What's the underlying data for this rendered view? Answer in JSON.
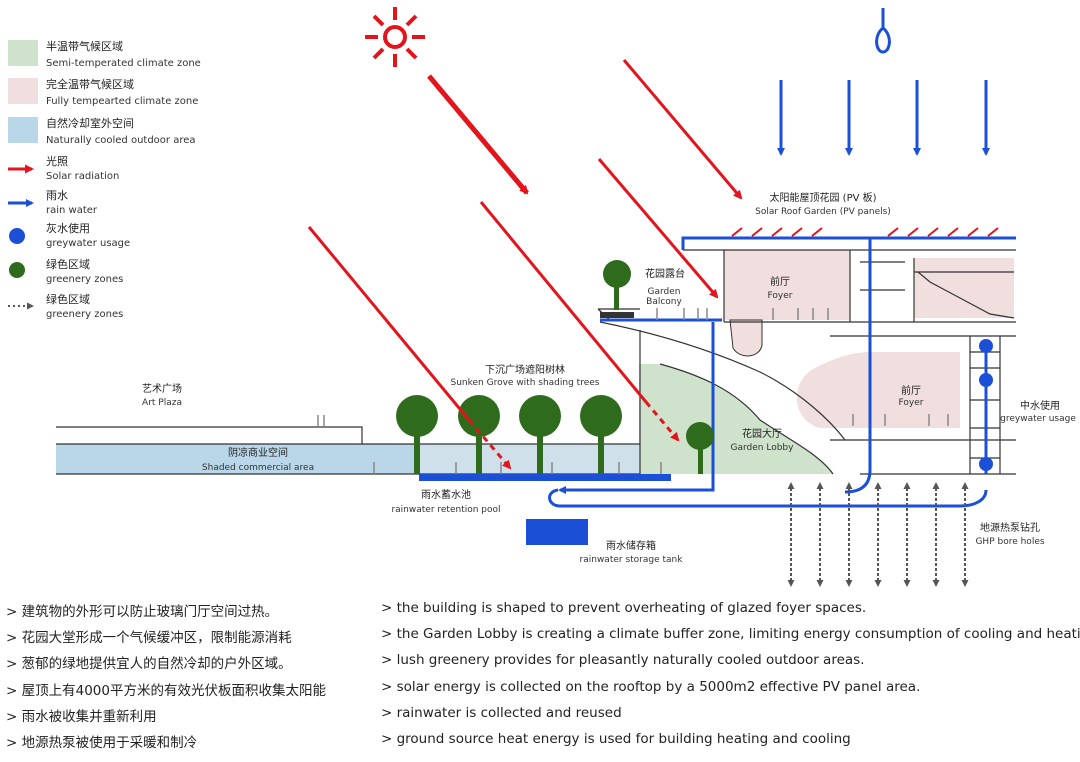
{
  "legend": [
    {
      "cn": "半温带气候区域",
      "en": "Semi-temperated climate zone",
      "swatch": "#cfe2cc"
    },
    {
      "cn": "完全温带气候区域",
      "en": "Fully tempearted climate zone",
      "swatch": "#f1dede"
    },
    {
      "cn": "自然冷却室外空间",
      "en": "Naturally cooled outdoor area",
      "swatch": "#b9d7e8"
    },
    {
      "cn": "光照",
      "en": "Solar radiation",
      "icon": "red-arrow-icon"
    },
    {
      "cn": "雨水",
      "en": "rain water",
      "icon": "blue-arrow-icon"
    },
    {
      "cn": "灰水使用",
      "en": "greywater usage",
      "icon": "blue-dot-icon"
    },
    {
      "cn": "绿色区域",
      "en": "greenery zones",
      "icon": "green-dot-icon"
    },
    {
      "cn": "绿色区域",
      "en": "greenery zones",
      "icon": "dotted-arrow-icon"
    }
  ],
  "labels": {
    "solar_roof": {
      "cn": "太阳能屋顶花园 (PV 板)",
      "en": "Solar Roof Garden (PV panels)"
    },
    "garden_balcony": {
      "cn": "花园露台",
      "en1": "Garden",
      "en2": "Balcony"
    },
    "foyer_upper": {
      "cn": "前厅",
      "en": "Foyer"
    },
    "foyer_lower": {
      "cn": "前厅",
      "en": "Foyer"
    },
    "sunken_grove": {
      "cn": "下沉广场遮阳树林",
      "en": "Sunken Grove with shading trees"
    },
    "art_plaza": {
      "cn": "艺术广场",
      "en": "Art Plaza"
    },
    "shaded_commercial": {
      "cn": "阴凉商业空间",
      "en": "Shaded commercial area"
    },
    "garden_lobby": {
      "cn": "花园大厅",
      "en": "Garden Lobby"
    },
    "greywater": {
      "cn": "中水使用",
      "en": "greywater usage"
    },
    "retention_pool": {
      "cn": "雨水蓄水池",
      "en": "rainwater retention pool"
    },
    "storage_tank": {
      "cn": "雨水储存箱",
      "en": "rainwater storage tank"
    },
    "ghp": {
      "cn": "地源热泵钻孔",
      "en": "GHP bore holes"
    }
  },
  "notes": [
    {
      "cn": "> 建筑物的外形可以防止玻璃门厅空间过热。",
      "en": "> the building is shaped to prevent overheating of glazed foyer spaces."
    },
    {
      "cn": "> 花园大堂形成一个气候缓冲区，限制能源消耗",
      "en": "> the Garden Lobby is creating a climate buffer zone, limiting energy consumption of cooling and heating."
    },
    {
      "cn": "> 葱郁的绿地提供宜人的自然冷却的户外区域。",
      "en": "> lush greenery provides for pleasantly naturally cooled outdoor areas."
    },
    {
      "cn": "> 屋顶上有4000平方米的有效光伏板面积收集太阳能",
      "en": "> solar energy is collected on the rooftop by a 5000m2 effective PV panel area."
    },
    {
      "cn": "> 雨水被收集并重新利用",
      "en": "> rainwater is collected and reused"
    },
    {
      "cn": "> 地源热泵被使用于采暖和制冷",
      "en": "> ground source heat energy is used for building heating and cooling"
    }
  ],
  "colors": {
    "solar": "#e3141b",
    "water": "#1a4fd6",
    "green": "#2f6b1d",
    "semi": "#cfe2cc",
    "full": "#f1dede",
    "cool": "#b9d7e8"
  }
}
